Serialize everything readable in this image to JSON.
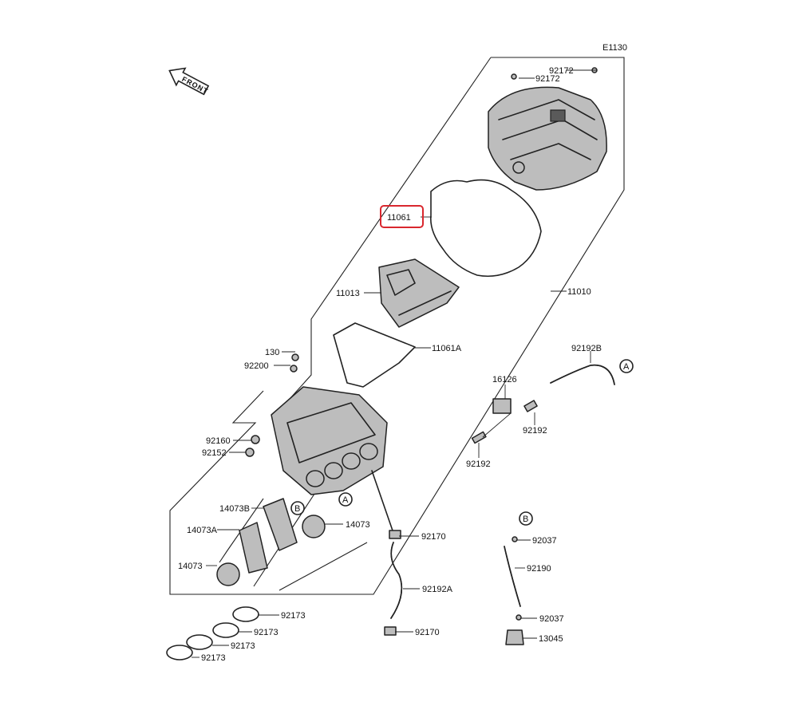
{
  "diagram_code": "E1130",
  "front_label": "FRONT",
  "highlight_color": "#d9272e",
  "callouts": {
    "a_top": "A",
    "a_bottom": "A",
    "b_top": "B",
    "b_right": "B"
  },
  "parts": {
    "p92172_a": "92172",
    "p92172_b": "92172",
    "p11061": "11061",
    "p11013": "11013",
    "p11010": "11010",
    "p11061A": "11061A",
    "p130": "130",
    "p92200": "92200",
    "p92160": "92160",
    "p92152": "92152",
    "p92192B": "92192B",
    "p16126": "16126",
    "p92192_a": "92192",
    "p92192_b": "92192",
    "p14073B": "14073B",
    "p14073A": "14073A",
    "p14073_a": "14073",
    "p14073_b": "14073",
    "p92170_a": "92170",
    "p92170_b": "92170",
    "p92192A": "92192A",
    "p92037_a": "92037",
    "p92037_b": "92037",
    "p92190": "92190",
    "p13045": "13045",
    "p92173_a": "92173",
    "p92173_b": "92173",
    "p92173_c": "92173",
    "p92173_d": "92173"
  }
}
